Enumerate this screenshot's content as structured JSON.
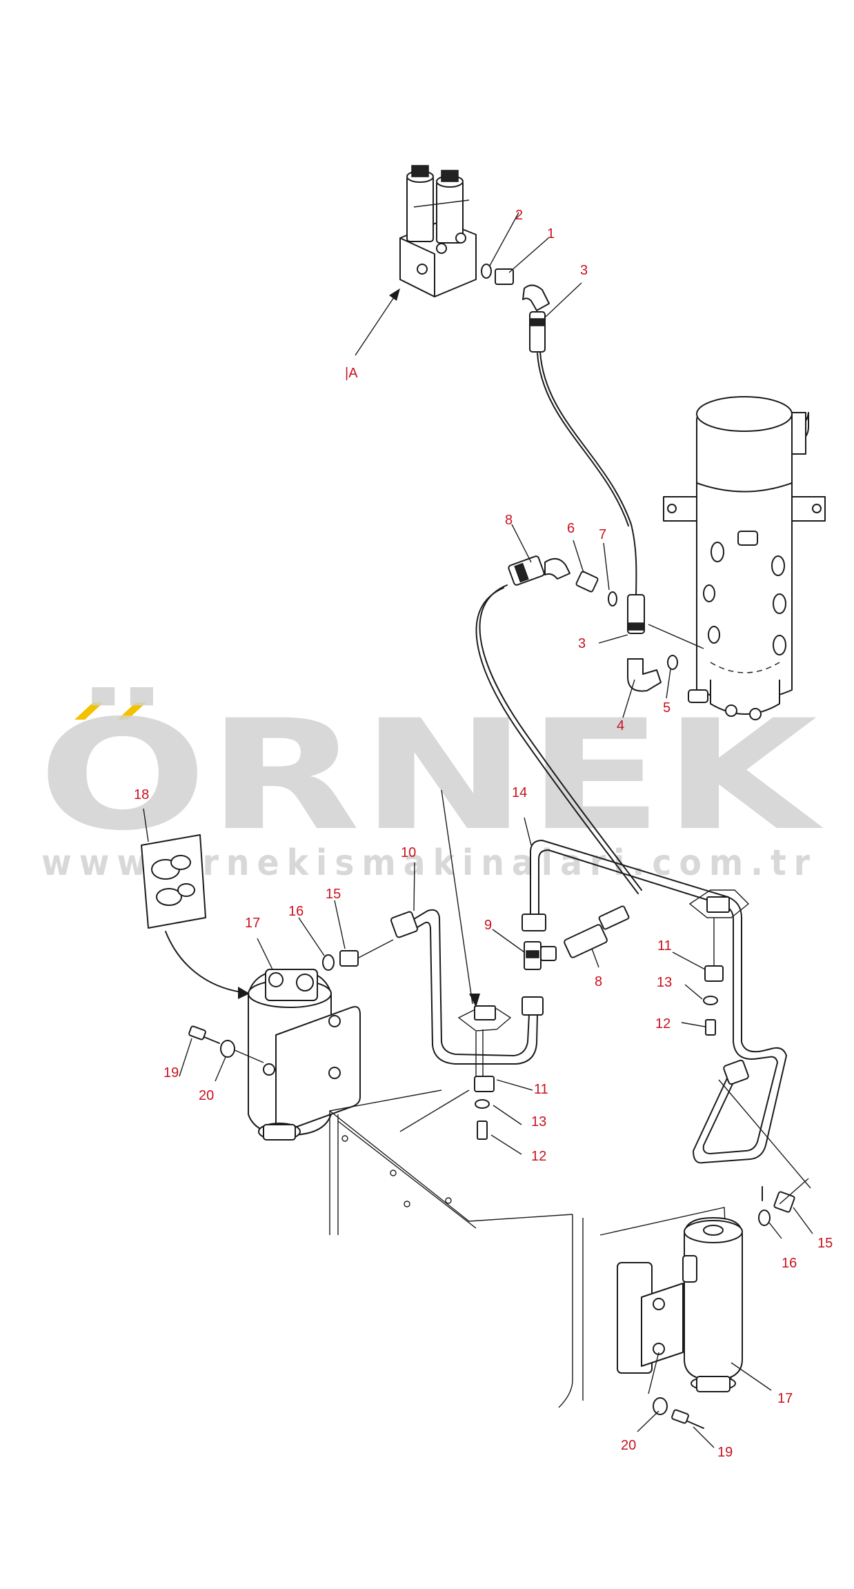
{
  "view_label": "|A",
  "watermark": {
    "brand": "ÖRNEK",
    "url": "www.ornekismakinalari.com.tr",
    "accent_color": "#f3c100"
  },
  "callouts": {
    "c1": "1",
    "c2": "2",
    "c3a": "3",
    "c3b": "3",
    "c4": "4",
    "c5": "5",
    "c6": "6",
    "c7": "7",
    "c8a": "8",
    "c8b": "8",
    "c9": "9",
    "c10": "10",
    "c11a": "11",
    "c11b": "11",
    "c12a": "12",
    "c12b": "12",
    "c13a": "13",
    "c13b": "13",
    "c14": "14",
    "c15a": "15",
    "c15b": "15",
    "c16a": "16",
    "c16b": "16",
    "c17a": "17",
    "c17b": "17",
    "c18": "18",
    "c19a": "19",
    "c19b": "19",
    "c20a": "20",
    "c20b": "20"
  },
  "colors": {
    "callout": "#c8101e",
    "line": "#1a1a1a",
    "watermark": "#d2d2d2"
  }
}
